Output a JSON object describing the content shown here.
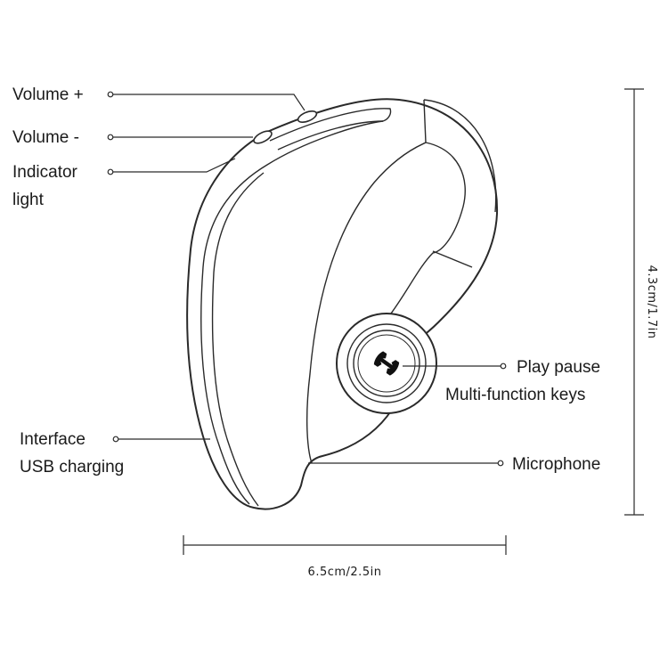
{
  "labels": {
    "volume_up": "Volume +",
    "volume_down": "Volume -",
    "indicator_line1": "Indicator",
    "indicator_line2": "light",
    "play_pause": "Play pause",
    "multi_function": "Multi-function keys",
    "interface_line1": "Interface",
    "interface_line2": "USB charging",
    "microphone": "Microphone"
  },
  "dimensions": {
    "width": "6.5cm/2.5in",
    "height": "4.3cm/1.7in"
  },
  "icons": {
    "center_button": "phone-icon"
  },
  "colors": {
    "line": "#2a2a2a",
    "text": "#1a1a1a",
    "background": "#ffffff"
  }
}
